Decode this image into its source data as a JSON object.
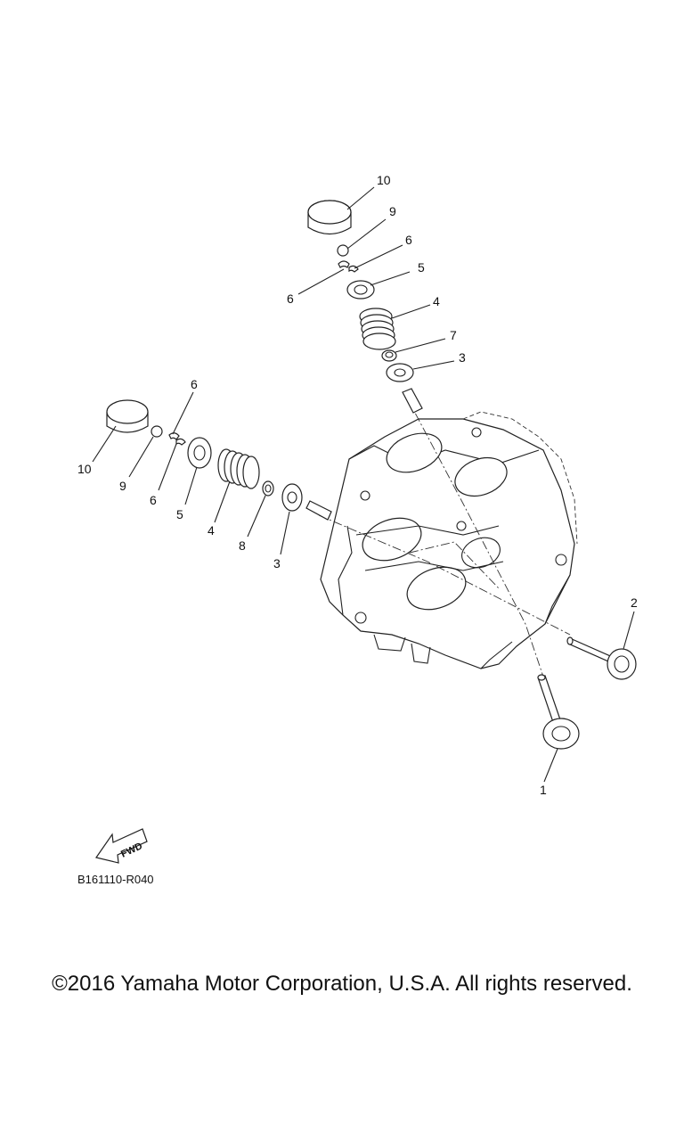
{
  "callouts": {
    "n10a": "10",
    "n9a": "9",
    "n6a": "6",
    "n6b": "6",
    "n5a": "5",
    "n4a": "4",
    "n7": "7",
    "n3a": "3",
    "n6c": "6",
    "n10b": "10",
    "n9b": "9",
    "n6d": "6",
    "n5b": "5",
    "n4b": "4",
    "n8": "8",
    "n3b": "3",
    "n2": "2",
    "n1": "1"
  },
  "fwd_label": "FWD",
  "ref_code": "B161110-R040",
  "copyright": "©2016 Yamaha Motor Corporation, U.S.A. All rights reserved."
}
